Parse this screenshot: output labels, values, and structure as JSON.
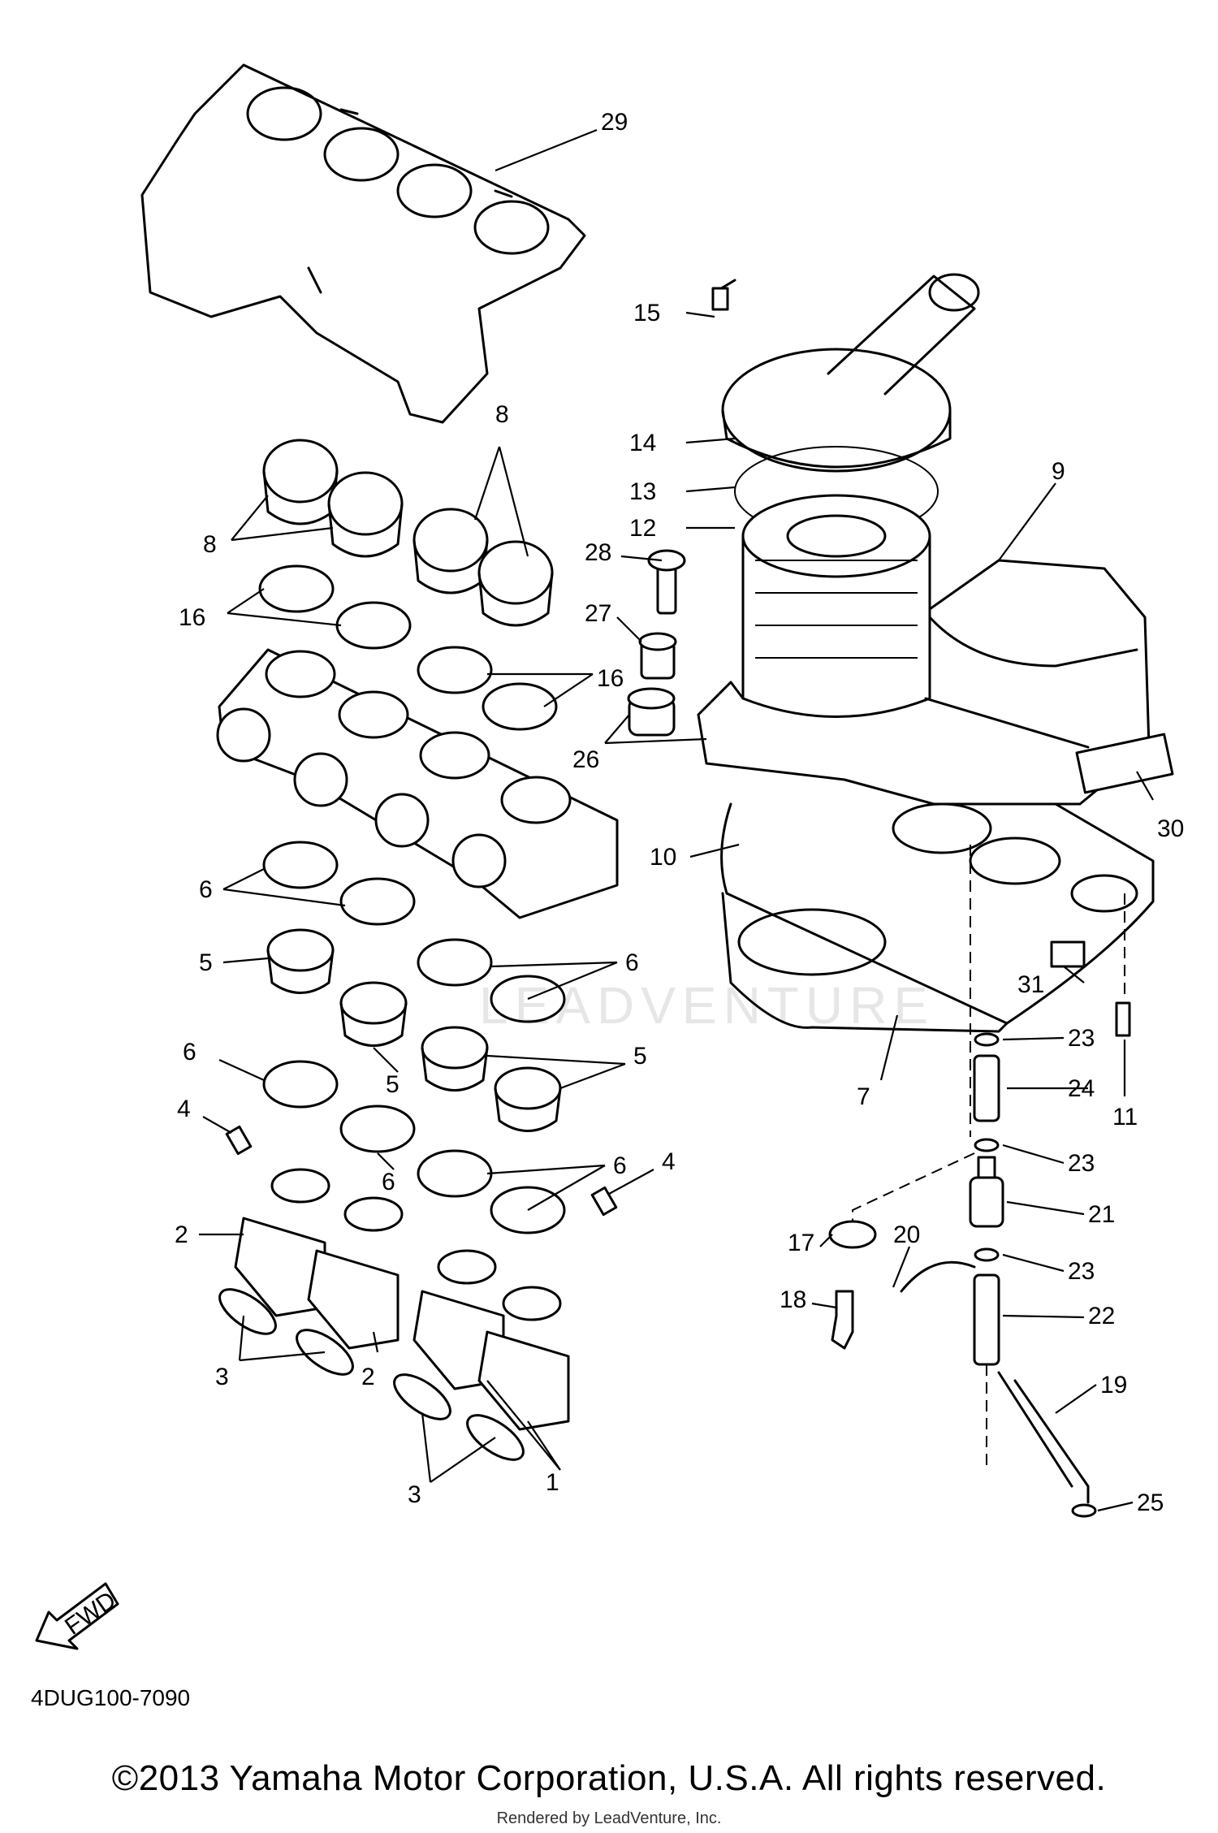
{
  "diagram": {
    "callouts": [
      "29",
      "15",
      "14",
      "13",
      "12",
      "9",
      "8",
      "8",
      "16",
      "16",
      "28",
      "27",
      "26",
      "30",
      "10",
      "6",
      "5",
      "6",
      "6",
      "5",
      "5",
      "6",
      "4",
      "2",
      "6",
      "3",
      "2",
      "3",
      "1",
      "4",
      "7",
      "31",
      "23",
      "24",
      "11",
      "23",
      "21",
      "17",
      "20",
      "23",
      "18",
      "22",
      "19",
      "25"
    ],
    "arrow_label": "FWD",
    "watermark": "LEADVENTURE",
    "code": "4DUG100-7090"
  },
  "footer": {
    "copyright": "©2013 Yamaha Motor Corporation, U.S.A. All rights reserved.",
    "rendered_by": "Rendered by LeadVenture, Inc."
  }
}
